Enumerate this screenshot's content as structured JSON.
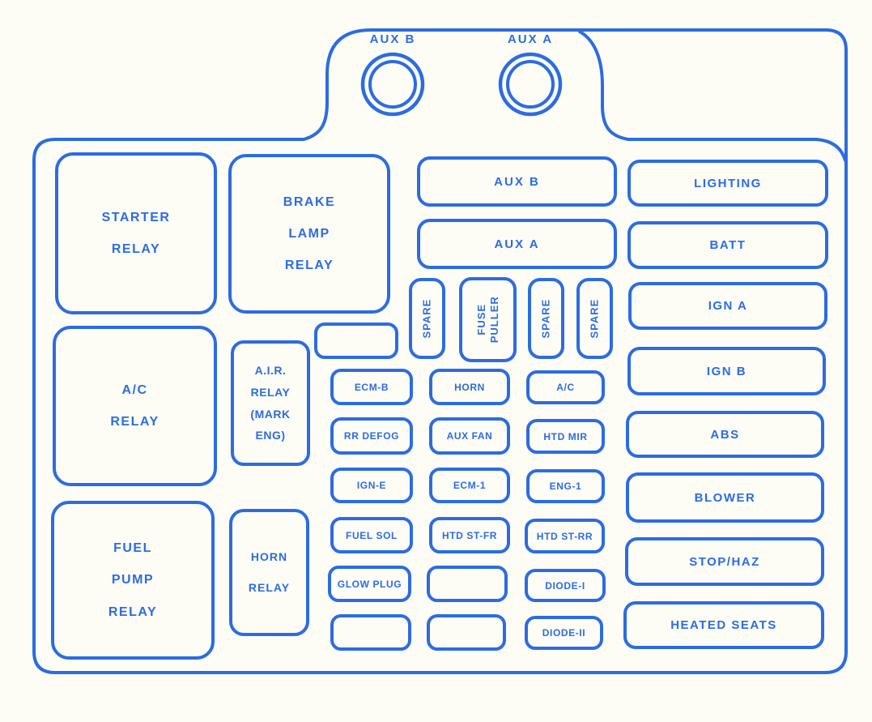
{
  "colors": {
    "line": "#2c6ce2",
    "background": "#fdfdf6"
  },
  "top_tab": {
    "connectors": [
      {
        "label": "AUX B"
      },
      {
        "label": "AUX A"
      }
    ]
  },
  "relay_column_left": {
    "items": [
      {
        "label": "STARTER\nRELAY"
      },
      {
        "label": "A/C\nRELAY"
      },
      {
        "label": "FUEL\nPUMP\nRELAY"
      }
    ]
  },
  "relay_column_inner": {
    "items": [
      {
        "label": "BRAKE\nLAMP\nRELAY"
      },
      {
        "label": "A.I.R.\nRELAY\n(MARK\nENG)"
      },
      {
        "label": "HORN\nRELAY"
      }
    ]
  },
  "maxi_fuses": {
    "items": [
      {
        "label": "AUX B"
      },
      {
        "label": "AUX A"
      }
    ]
  },
  "vertical_fuses": {
    "items": [
      {
        "label": "SPARE"
      },
      {
        "label": "FUSE\nPULLER"
      },
      {
        "label": "SPARE"
      },
      {
        "label": "SPARE"
      }
    ]
  },
  "fuse_grid": {
    "rows": [
      {
        "cells": [
          "ECM-B",
          "HORN",
          "A/C"
        ]
      },
      {
        "cells": [
          "RR DEFOG",
          "AUX FAN",
          "HTD MIR"
        ]
      },
      {
        "cells": [
          "IGN-E",
          "ECM-1",
          "ENG-1"
        ]
      },
      {
        "cells": [
          "FUEL SOL",
          "HTD ST-FR",
          "HTD ST-RR"
        ]
      },
      {
        "cells": [
          "GLOW PLUG",
          "",
          "DIODE-I"
        ]
      },
      {
        "cells": [
          "",
          "",
          "DIODE-II"
        ]
      }
    ]
  },
  "fuse_column_right": {
    "items": [
      {
        "label": "LIGHTING"
      },
      {
        "label": "BATT"
      },
      {
        "label": "IGN A"
      },
      {
        "label": "IGN B"
      },
      {
        "label": "ABS"
      },
      {
        "label": "BLOWER"
      },
      {
        "label": "STOP/HAZ"
      },
      {
        "label": "HEATED SEATS"
      }
    ]
  }
}
